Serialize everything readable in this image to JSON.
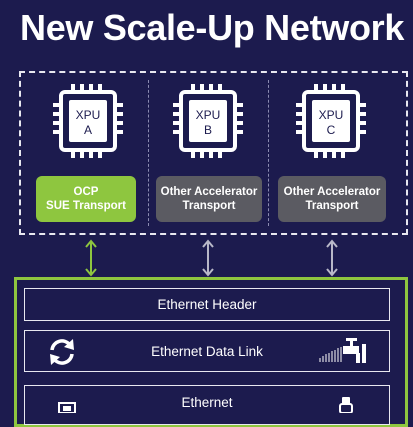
{
  "title": "New Scale-Up Network",
  "xpus": [
    {
      "label": "XPU",
      "letter": "A"
    },
    {
      "label": "XPU",
      "letter": "B"
    },
    {
      "label": "XPU",
      "letter": "C"
    }
  ],
  "transports": [
    {
      "line1": "OCP",
      "line2": "SUE Transport",
      "color": "#8ec63f"
    },
    {
      "line1": "Other Accelerator",
      "line2": "Transport",
      "color": "#5b5b62"
    },
    {
      "line1": "Other Accelerator",
      "line2": "Transport",
      "color": "#5b5b62"
    }
  ],
  "layers": [
    {
      "label": "Ethernet Header"
    },
    {
      "label": "Ethernet Data Link",
      "left_icon": "sync-arrows-icon",
      "right_icon": "tap-pipe-icon"
    },
    {
      "label": "Ethernet",
      "left_icon": "module-icon",
      "right_icon": "connector-icon"
    }
  ],
  "colors": {
    "background": "#1c1b4e",
    "accent_green": "#8ec63f",
    "transport_gray": "#5b5b62",
    "arrow_gray": "#b8b8c8"
  }
}
